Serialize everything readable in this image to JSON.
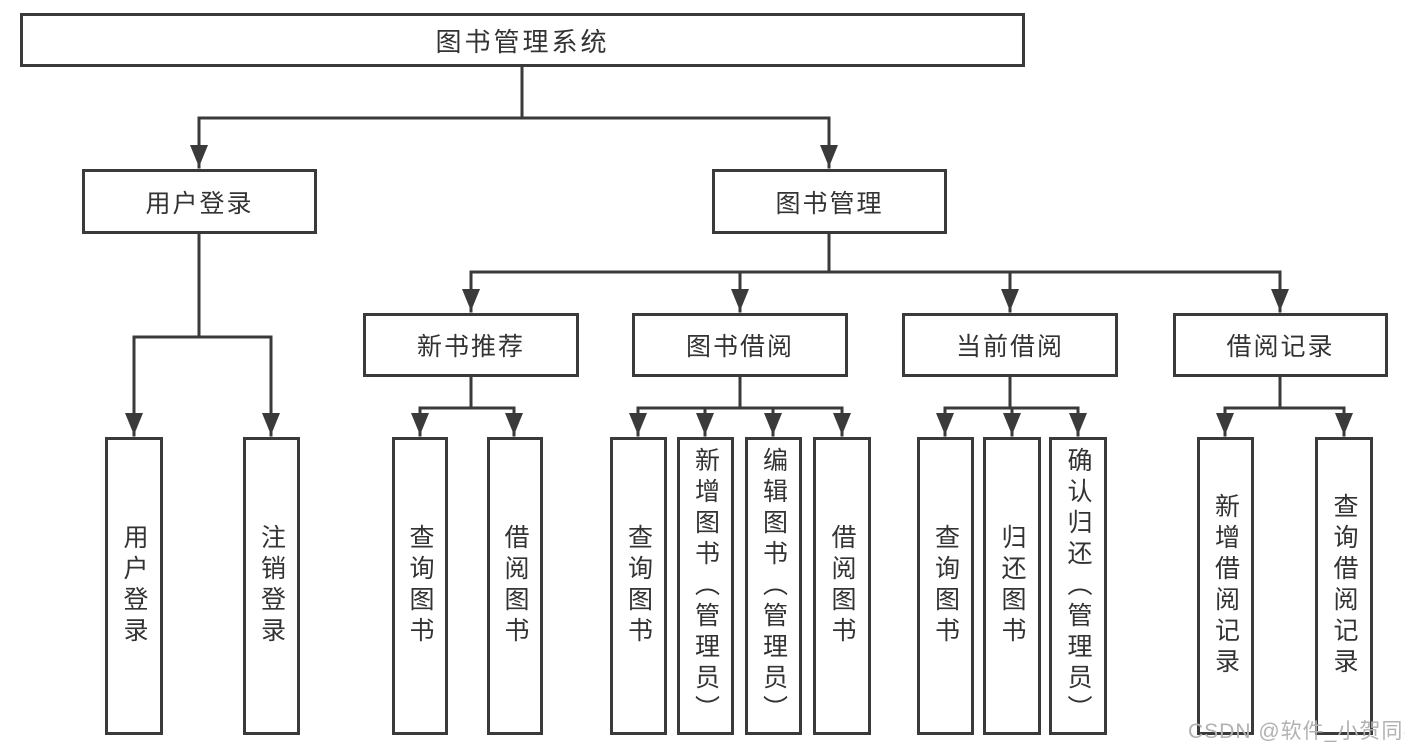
{
  "diagram": {
    "root": "图书管理系统",
    "user_login": "用户登录",
    "book_mgmt": "图书管理",
    "new_books": "新书推荐",
    "book_borrow": "图书借阅",
    "current_borrow": "当前借阅",
    "borrow_records": "借阅记录",
    "leaves": {
      "user_login": [
        "用户登录",
        "注销登录"
      ],
      "new_books": [
        "查询图书",
        "借阅图书"
      ],
      "book_borrow": [
        "查询图书",
        "新增图书（管理员）",
        "编辑图书（管理员）",
        "借阅图书"
      ],
      "current_borrow": [
        "查询图书",
        "归还图书",
        "确认归还（管理员）"
      ],
      "borrow_records": [
        "新增借阅记录",
        "查询借阅记录"
      ]
    }
  },
  "watermark": "CSDN @软件_小贺同学",
  "colors": {
    "line": "#3a3a3a",
    "text": "#333333",
    "box_bg": "#ffffff",
    "watermark": "#b2b2b2"
  }
}
